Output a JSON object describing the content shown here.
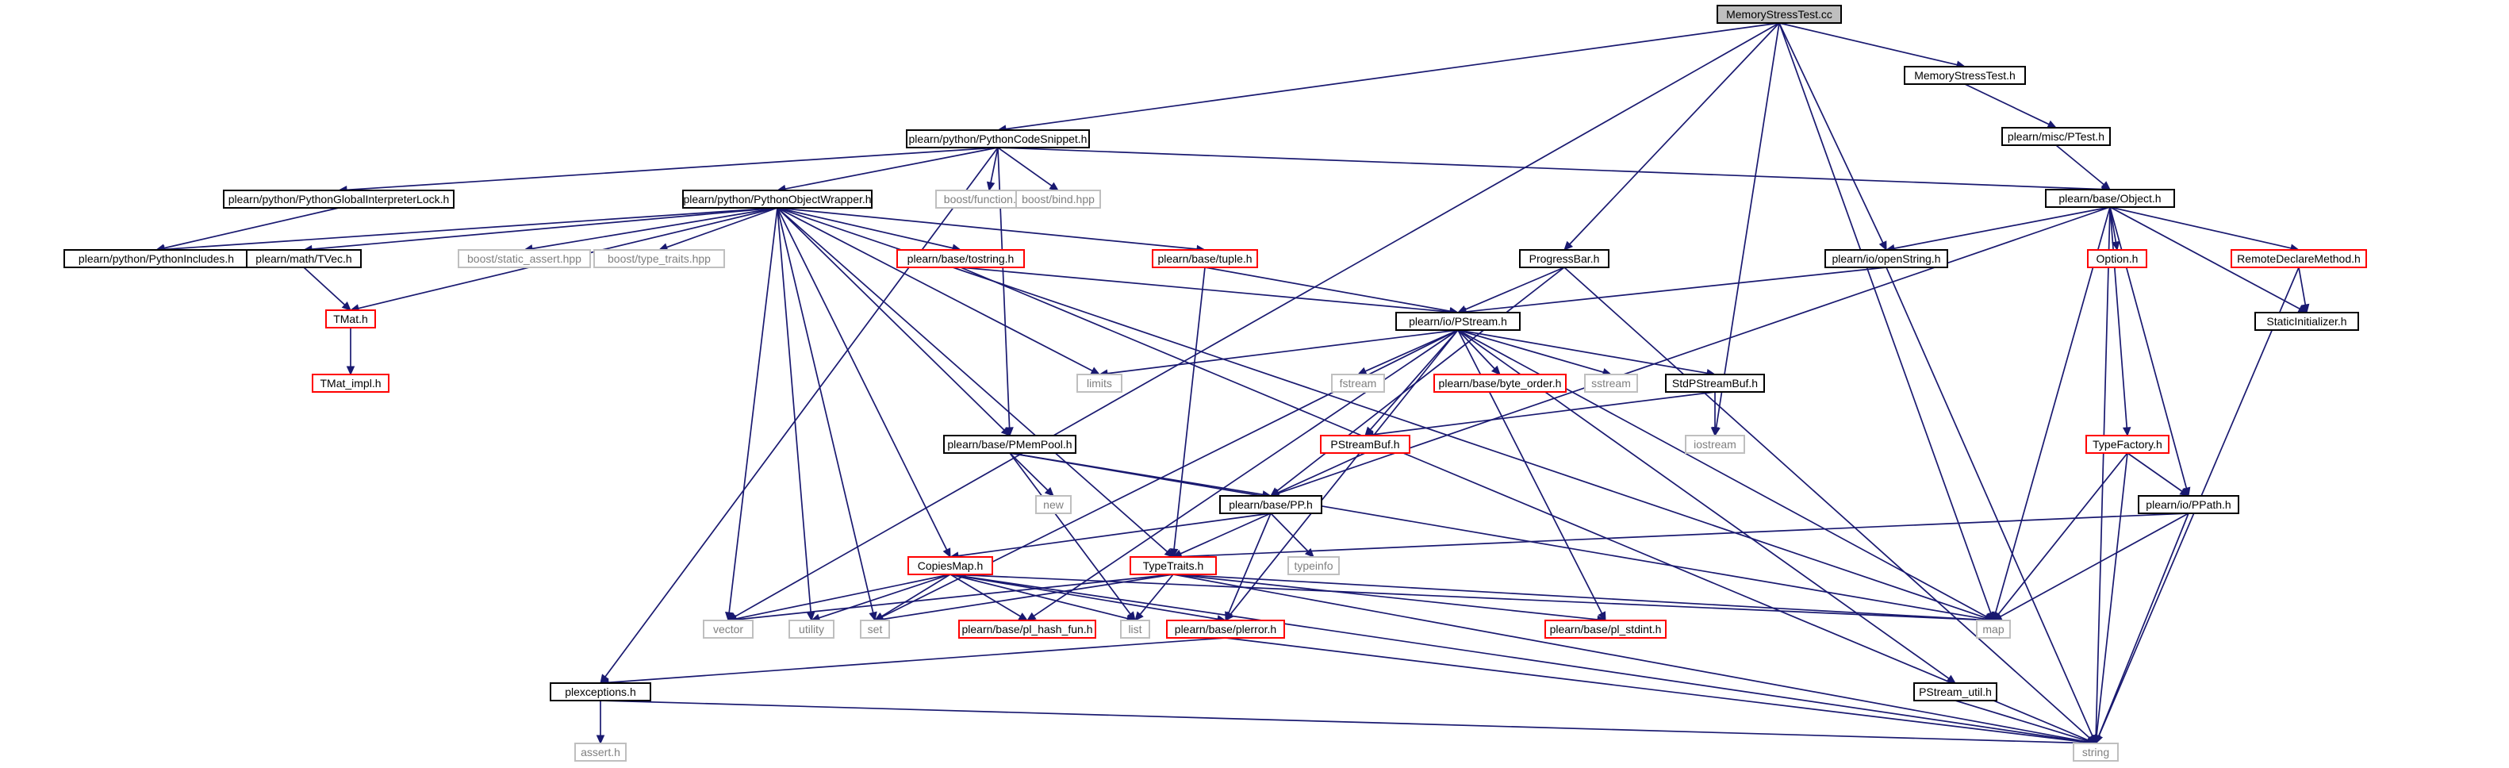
{
  "colors": {
    "edge": "#191970",
    "node_border": "#000000",
    "truncated_border": "#ff0000",
    "system_border": "#bfbfbf",
    "system_text": "#7f7f7f",
    "root_fill": "#bfbfbf"
  },
  "nodes": [
    {
      "id": "root",
      "label": "MemoryStressTest.cc",
      "kind": "root"
    },
    {
      "id": "mst_h",
      "label": "MemoryStressTest.h",
      "kind": "normal"
    },
    {
      "id": "ptest",
      "label": "plearn/misc/PTest.h",
      "kind": "normal"
    },
    {
      "id": "object",
      "label": "plearn/base/Object.h",
      "kind": "normal"
    },
    {
      "id": "pcs",
      "label": "plearn/python/PythonCodeSnippet.h",
      "kind": "normal"
    },
    {
      "id": "pgil",
      "label": "plearn/python/PythonGlobalInterpreterLock.h",
      "kind": "normal"
    },
    {
      "id": "bfunc",
      "label": "boost/function.hpp",
      "kind": "system"
    },
    {
      "id": "bbind",
      "label": "boost/bind.hpp",
      "kind": "system"
    },
    {
      "id": "pow",
      "label": "plearn/python/PythonObjectWrapper.h",
      "kind": "normal"
    },
    {
      "id": "pyinc",
      "label": "plearn/python/PythonIncludes.h",
      "kind": "normal"
    },
    {
      "id": "tvec",
      "label": "plearn/math/TVec.h",
      "kind": "normal"
    },
    {
      "id": "bsa",
      "label": "boost/static_assert.hpp",
      "kind": "system"
    },
    {
      "id": "btt",
      "label": "boost/type_traits.hpp",
      "kind": "system"
    },
    {
      "id": "tostring",
      "label": "plearn/base/tostring.h",
      "kind": "truncated"
    },
    {
      "id": "tuple",
      "label": "plearn/base/tuple.h",
      "kind": "truncated"
    },
    {
      "id": "tmat",
      "label": "TMat.h",
      "kind": "truncated"
    },
    {
      "id": "tmati",
      "label": "TMat_impl.h",
      "kind": "truncated"
    },
    {
      "id": "progress",
      "label": "ProgressBar.h",
      "kind": "normal"
    },
    {
      "id": "openstr",
      "label": "plearn/io/openString.h",
      "kind": "normal"
    },
    {
      "id": "pstream",
      "label": "plearn/io/PStream.h",
      "kind": "normal"
    },
    {
      "id": "limits",
      "label": "limits",
      "kind": "system"
    },
    {
      "id": "fstream",
      "label": "fstream",
      "kind": "system"
    },
    {
      "id": "byteord",
      "label": "plearn/base/byte_order.h",
      "kind": "truncated"
    },
    {
      "id": "sstream",
      "label": "sstream",
      "kind": "system"
    },
    {
      "id": "stdpsb",
      "label": "StdPStreamBuf.h",
      "kind": "normal"
    },
    {
      "id": "option",
      "label": "Option.h",
      "kind": "truncated"
    },
    {
      "id": "rdm",
      "label": "RemoteDeclareMethod.h",
      "kind": "truncated"
    },
    {
      "id": "staticinit",
      "label": "StaticInitializer.h",
      "kind": "normal"
    },
    {
      "id": "psb",
      "label": "PStreamBuf.h",
      "kind": "truncated"
    },
    {
      "id": "iostream",
      "label": "iostream",
      "kind": "system"
    },
    {
      "id": "pmempool",
      "label": "plearn/base/PMemPool.h",
      "kind": "normal"
    },
    {
      "id": "new",
      "label": "new",
      "kind": "system"
    },
    {
      "id": "pp",
      "label": "plearn/base/PP.h",
      "kind": "normal"
    },
    {
      "id": "typeinfo",
      "label": "typeinfo",
      "kind": "system"
    },
    {
      "id": "typefactory",
      "label": "TypeFactory.h",
      "kind": "truncated"
    },
    {
      "id": "ppath",
      "label": "plearn/io/PPath.h",
      "kind": "normal"
    },
    {
      "id": "copiesmap",
      "label": "CopiesMap.h",
      "kind": "truncated"
    },
    {
      "id": "typetraits",
      "label": "TypeTraits.h",
      "kind": "truncated"
    },
    {
      "id": "vector",
      "label": "vector",
      "kind": "system"
    },
    {
      "id": "utility",
      "label": "utility",
      "kind": "system"
    },
    {
      "id": "set",
      "label": "set",
      "kind": "system"
    },
    {
      "id": "hashfun",
      "label": "plearn/base/pl_hash_fun.h",
      "kind": "truncated"
    },
    {
      "id": "list",
      "label": "list",
      "kind": "system"
    },
    {
      "id": "plerror",
      "label": "plearn/base/plerror.h",
      "kind": "truncated"
    },
    {
      "id": "stdint",
      "label": "plearn/base/pl_stdint.h",
      "kind": "truncated"
    },
    {
      "id": "map",
      "label": "map",
      "kind": "system"
    },
    {
      "id": "pexc",
      "label": "plexceptions.h",
      "kind": "normal"
    },
    {
      "id": "pstreamutil",
      "label": "PStream_util.h",
      "kind": "normal"
    },
    {
      "id": "asserth",
      "label": "assert.h",
      "kind": "system"
    },
    {
      "id": "string",
      "label": "string",
      "kind": "system"
    }
  ],
  "edges": [
    [
      "root",
      "mst_h"
    ],
    [
      "root",
      "pcs"
    ],
    [
      "root",
      "progress"
    ],
    [
      "root",
      "openstr"
    ],
    [
      "root",
      "iostream"
    ],
    [
      "root",
      "vector"
    ],
    [
      "root",
      "map"
    ],
    [
      "mst_h",
      "ptest"
    ],
    [
      "ptest",
      "object"
    ],
    [
      "pcs",
      "object"
    ],
    [
      "pcs",
      "pgil"
    ],
    [
      "pcs",
      "pow"
    ],
    [
      "pcs",
      "bfunc"
    ],
    [
      "pcs",
      "bbind"
    ],
    [
      "pcs",
      "pmempool"
    ],
    [
      "pcs",
      "pexc"
    ],
    [
      "pgil",
      "pyinc"
    ],
    [
      "pow",
      "pyinc"
    ],
    [
      "pow",
      "tvec"
    ],
    [
      "pow",
      "tmat"
    ],
    [
      "pow",
      "bsa"
    ],
    [
      "pow",
      "btt"
    ],
    [
      "pow",
      "tostring"
    ],
    [
      "pow",
      "tuple"
    ],
    [
      "pow",
      "limits"
    ],
    [
      "pow",
      "map"
    ],
    [
      "pow",
      "vector"
    ],
    [
      "pow",
      "utility"
    ],
    [
      "pow",
      "set"
    ],
    [
      "pow",
      "copiesmap"
    ],
    [
      "pow",
      "pmempool"
    ],
    [
      "pow",
      "typetraits"
    ],
    [
      "tvec",
      "tmat"
    ],
    [
      "tmat",
      "tmati"
    ],
    [
      "tostring",
      "pstream"
    ],
    [
      "tostring",
      "string"
    ],
    [
      "tuple",
      "pstream"
    ],
    [
      "tuple",
      "typetraits"
    ],
    [
      "object",
      "openstr"
    ],
    [
      "object",
      "option"
    ],
    [
      "object",
      "rdm"
    ],
    [
      "object",
      "staticinit"
    ],
    [
      "object",
      "typefactory"
    ],
    [
      "object",
      "ppath"
    ],
    [
      "object",
      "pp"
    ],
    [
      "object",
      "map"
    ],
    [
      "object",
      "string"
    ],
    [
      "rdm",
      "staticinit"
    ],
    [
      "rdm",
      "string"
    ],
    [
      "progress",
      "pstream"
    ],
    [
      "progress",
      "pp"
    ],
    [
      "progress",
      "string"
    ],
    [
      "openstr",
      "pstream"
    ],
    [
      "openstr",
      "string"
    ],
    [
      "pstream",
      "limits"
    ],
    [
      "pstream",
      "fstream"
    ],
    [
      "pstream",
      "byteord"
    ],
    [
      "pstream",
      "sstream"
    ],
    [
      "pstream",
      "stdpsb"
    ],
    [
      "pstream",
      "psb"
    ],
    [
      "pstream",
      "set"
    ],
    [
      "pstream",
      "hashfun"
    ],
    [
      "pstream",
      "plerror"
    ],
    [
      "pstream",
      "stdint"
    ],
    [
      "pstream",
      "map"
    ],
    [
      "pstream",
      "pstreamutil"
    ],
    [
      "stdpsb",
      "psb"
    ],
    [
      "stdpsb",
      "iostream"
    ],
    [
      "psb",
      "pp"
    ],
    [
      "pmempool",
      "new"
    ],
    [
      "pmempool",
      "pp"
    ],
    [
      "pmempool",
      "list"
    ],
    [
      "pmempool",
      "map"
    ],
    [
      "pp",
      "typeinfo"
    ],
    [
      "pp",
      "copiesmap"
    ],
    [
      "pp",
      "typetraits"
    ],
    [
      "pp",
      "plerror"
    ],
    [
      "typefactory",
      "ppath"
    ],
    [
      "typefactory",
      "map"
    ],
    [
      "typefactory",
      "string"
    ],
    [
      "ppath",
      "typetraits"
    ],
    [
      "ppath",
      "map"
    ],
    [
      "ppath",
      "string"
    ],
    [
      "copiesmap",
      "vector"
    ],
    [
      "copiesmap",
      "utility"
    ],
    [
      "copiesmap",
      "set"
    ],
    [
      "copiesmap",
      "hashfun"
    ],
    [
      "copiesmap",
      "list"
    ],
    [
      "copiesmap",
      "plerror"
    ],
    [
      "copiesmap",
      "map"
    ],
    [
      "copiesmap",
      "string"
    ],
    [
      "typetraits",
      "vector"
    ],
    [
      "typetraits",
      "set"
    ],
    [
      "typetraits",
      "list"
    ],
    [
      "typetraits",
      "stdint"
    ],
    [
      "typetraits",
      "map"
    ],
    [
      "typetraits",
      "string"
    ],
    [
      "plerror",
      "pexc"
    ],
    [
      "plerror",
      "string"
    ],
    [
      "pexc",
      "asserth"
    ],
    [
      "pexc",
      "string"
    ],
    [
      "pstreamutil",
      "string"
    ]
  ]
}
